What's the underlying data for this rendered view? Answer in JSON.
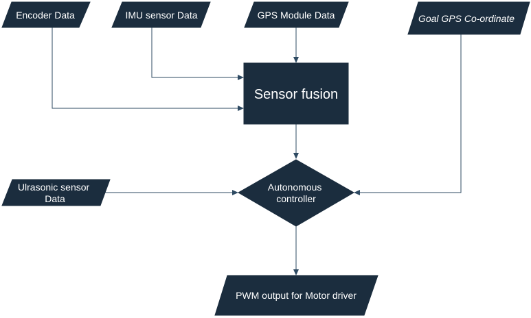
{
  "diagram": {
    "nodes": {
      "encoder": {
        "label": "Encoder Data"
      },
      "imu": {
        "label": "IMU sensor Data"
      },
      "gps": {
        "label": "GPS Module Data"
      },
      "goal": {
        "label": "Goal GPS Co-ordinate"
      },
      "fusion": {
        "label": "Sensor fusion"
      },
      "ultrasonic": {
        "label_line1": "Ulrasonic sensor",
        "label_line2": "Data"
      },
      "controller": {
        "label_line1": "Autonomous",
        "label_line2": "controller"
      },
      "pwm": {
        "label": "PWM output for Motor driver"
      }
    },
    "colors": {
      "node_fill": "#1b2d3e",
      "node_text": "#ffffff",
      "edge": "#2e4a62",
      "background": "#ffffff"
    }
  }
}
